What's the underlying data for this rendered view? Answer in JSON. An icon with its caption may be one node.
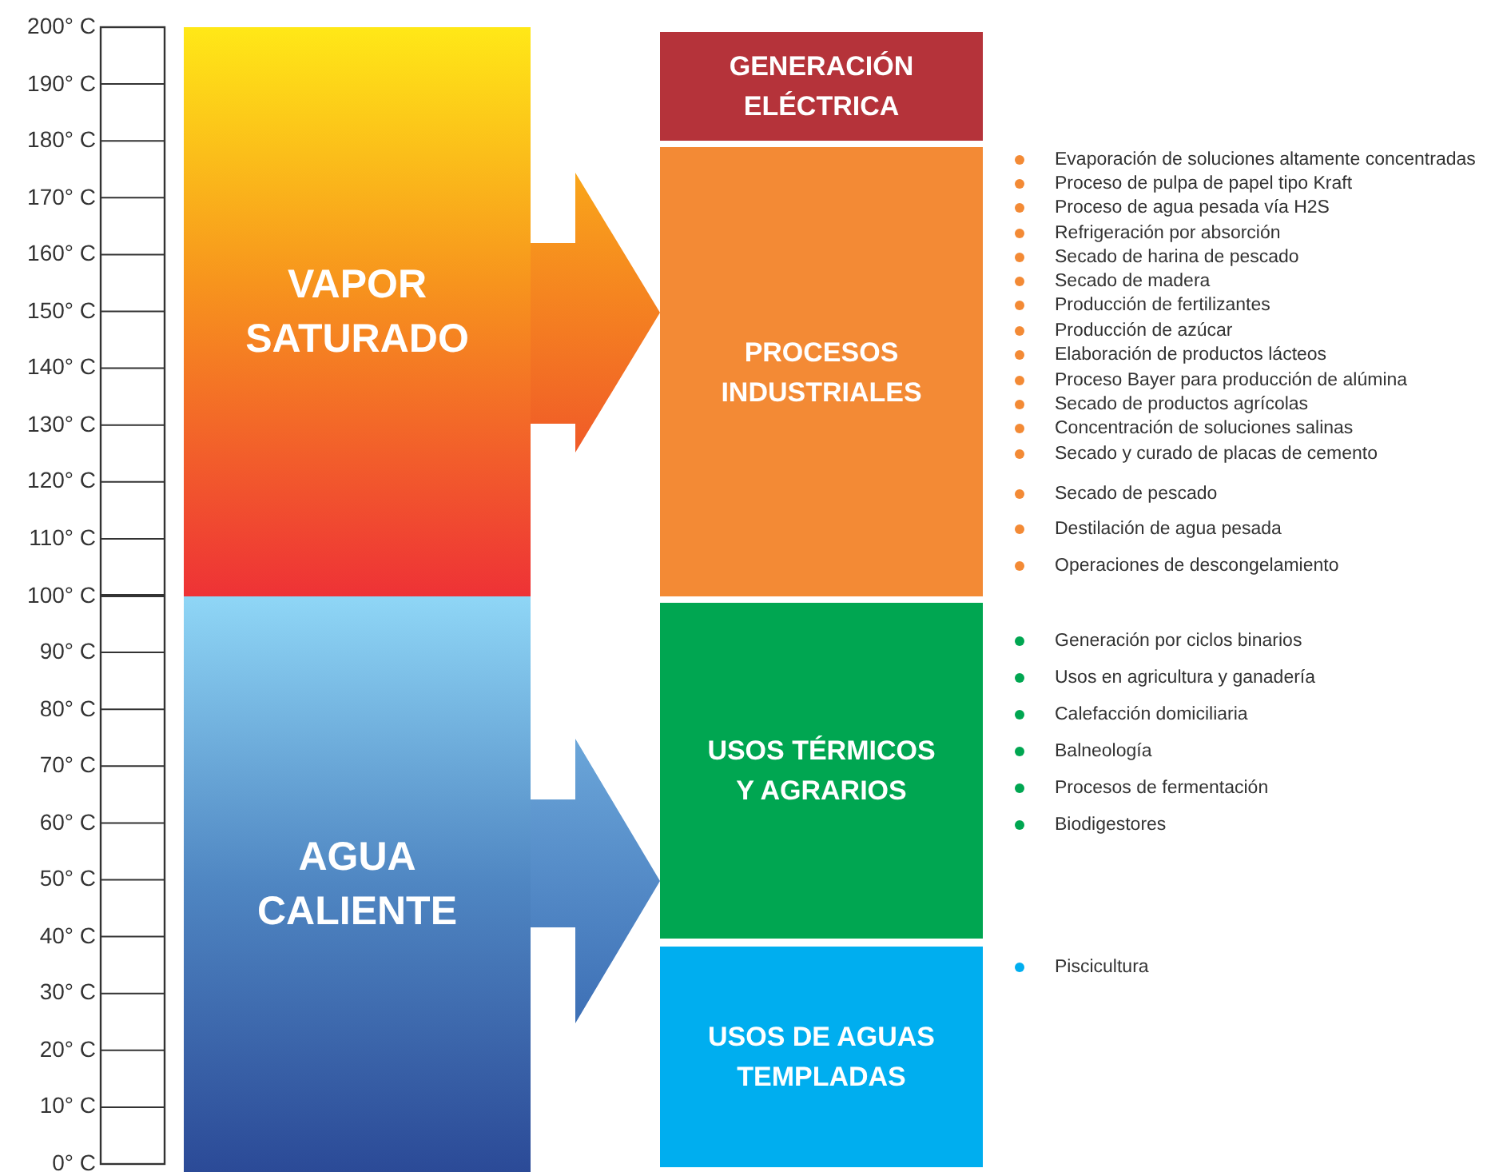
{
  "diagram": {
    "nodes": [
      {
        "text": [
          "VAPOR SATURADO"
        ]
      },
      {
        "text": [
          "AGUA CALIENTE"
        ]
      },
      {
        "text": [
          "GENERACIÓN ELÉCTRICA"
        ]
      },
      {
        "text": [
          "PROCESOS INDUSTRIALES"
        ],
        "beside": [
          "Evaporación de soluciones altamente concentradas",
          "Proceso de pulpa de papel tipo Kraft",
          "Proceso de agua pesada vía H2S",
          "Refrigeración por absorción",
          "Secado de harina de pescado",
          "Secado de madera",
          "Producción de fertilizantes",
          "Producción de azúcar",
          "Elaboración de productos lácteos",
          "Proceso Bayer para producción de alúmina",
          "Secado de productos agrícolas",
          "Concentración de soluciones salinas",
          "Secado y curado de placas de cemento",
          "Secado de pescado",
          "Destilación de agua pesada",
          "Operaciones de descongelamiento"
        ]
      },
      {
        "text": [
          "USOS TÉRMICOS Y AGRARIOS"
        ],
        "beside": [
          "Generación por ciclos binarios",
          "Usos en agricultura y ganadería",
          "Calefacción domiciliaria",
          "Balneología",
          "Procesos de fermentación",
          "Biodigestores"
        ]
      },
      {
        "text": [
          "USOS DE AGUAS TEMPLADAS"
        ],
        "beside": [
          "Piscicultura"
        ]
      }
    ],
    "edges": [
      {
        "from": 0,
        "to": 3,
        "arrow": "to"
      },
      {
        "from": 1,
        "to": 4,
        "arrow": "to"
      }
    ],
    "labels": [
      "200° C",
      "190° C",
      "180° C",
      "170° C",
      "160° C",
      "150° C",
      "140° C",
      "130° C",
      "120° C",
      "110° C",
      "100° C",
      "90° C",
      "80° C",
      "70° C",
      "60° C",
      "50° C",
      "40° C",
      "30° C",
      "20° C",
      "10° C",
      "0° C"
    ]
  }
}
